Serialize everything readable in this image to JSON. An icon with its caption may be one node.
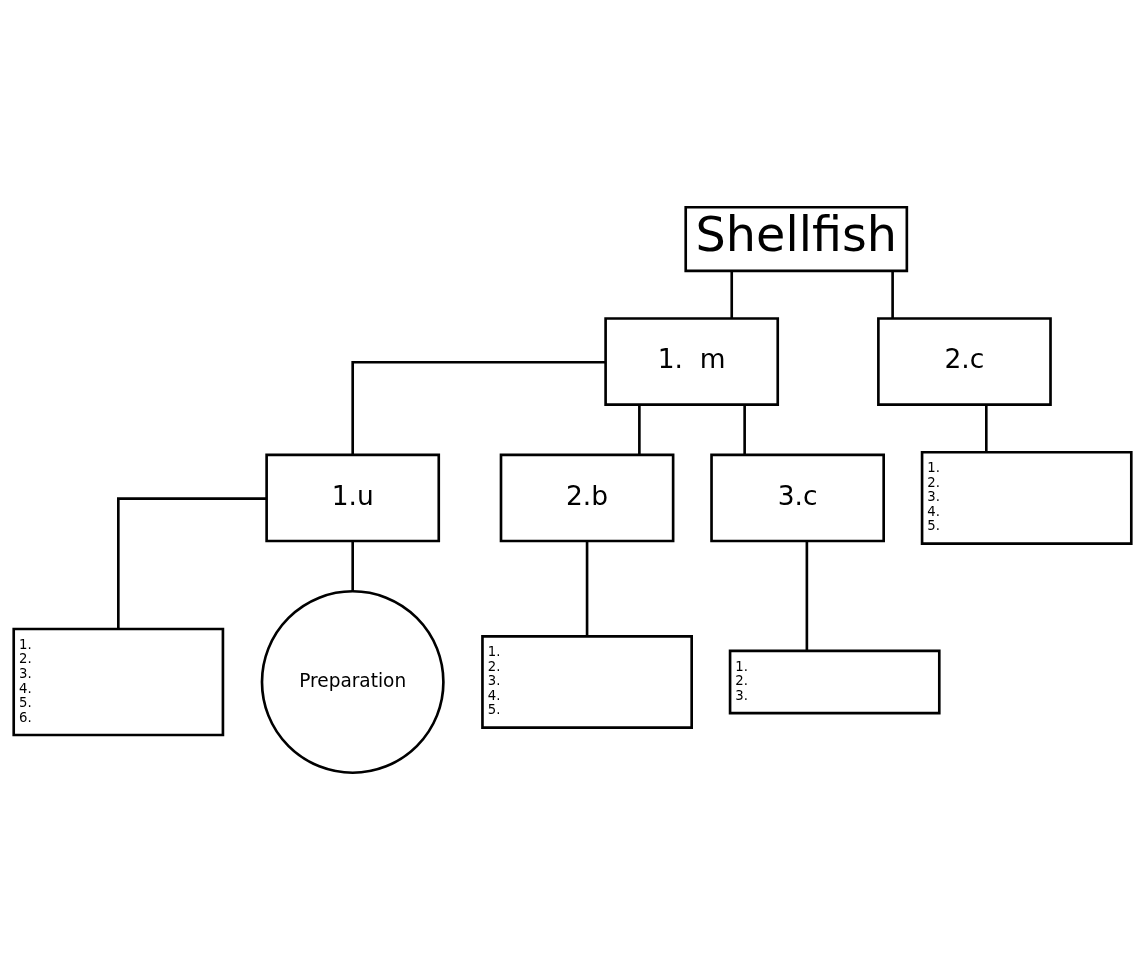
{
  "diagram": {
    "nodes": [
      {
        "text": [
          "Shellfish"
        ]
      },
      {
        "text": [
          "1.  m"
        ]
      },
      {
        "text": [
          "2.c"
        ]
      },
      {
        "text": [
          "1.u"
        ]
      },
      {
        "text": [
          "2.b"
        ]
      },
      {
        "text": [
          "3.c"
        ]
      },
      {
        "text": [
          "1.",
          "2.",
          "3.",
          "4.",
          "5.",
          "6."
        ]
      },
      {
        "text": [
          "Preparation"
        ]
      },
      {
        "text": [
          "1.",
          "2.",
          "3.",
          "4.",
          "5."
        ]
      },
      {
        "text": [
          "1.",
          "2.",
          "3."
        ]
      },
      {
        "text": [
          "1.",
          "2.",
          "3.",
          "4.",
          "5."
        ]
      }
    ],
    "edges": [
      {
        "from": 0,
        "to": 1,
        "arrow": "none"
      },
      {
        "from": 0,
        "to": 2,
        "arrow": "none"
      },
      {
        "from": 1,
        "to": 3,
        "arrow": "none"
      },
      {
        "from": 1,
        "to": 4,
        "arrow": "none"
      },
      {
        "from": 1,
        "to": 5,
        "arrow": "none"
      },
      {
        "from": 3,
        "to": 6,
        "arrow": "none"
      },
      {
        "from": 3,
        "to": 7,
        "arrow": "none"
      },
      {
        "from": 4,
        "to": 8,
        "arrow": "none"
      },
      {
        "from": 5,
        "to": 9,
        "arrow": "none"
      },
      {
        "from": 2,
        "to": 10,
        "arrow": "none"
      }
    ]
  }
}
